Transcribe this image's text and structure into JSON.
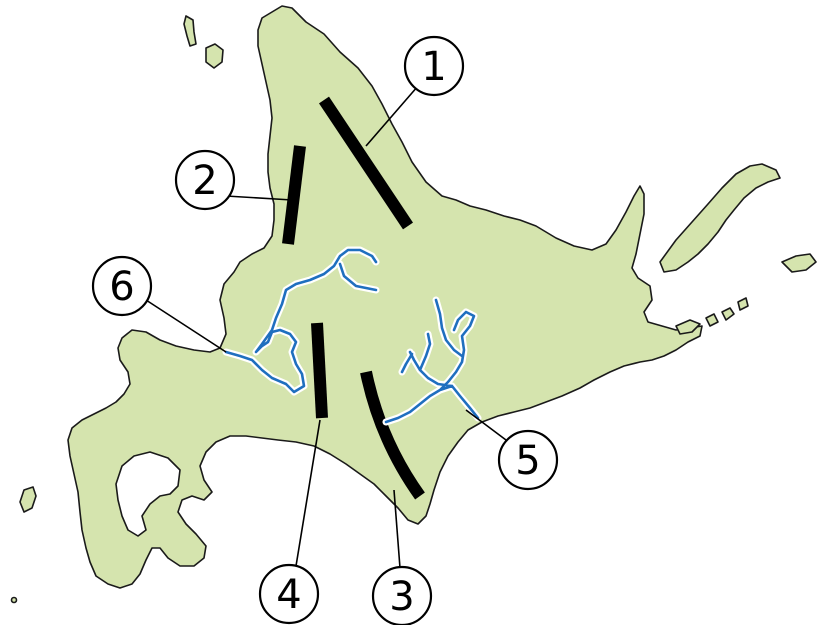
{
  "map": {
    "colors": {
      "land": "#d5e4ae",
      "coast": "#1a1a1a",
      "river": "#1f6fbf",
      "ridge": "#000000"
    },
    "labels": [
      {
        "id": "1",
        "text": "1"
      },
      {
        "id": "2",
        "text": "2"
      },
      {
        "id": "3",
        "text": "3"
      },
      {
        "id": "4",
        "text": "4"
      },
      {
        "id": "5",
        "text": "5"
      },
      {
        "id": "6",
        "text": "6"
      }
    ]
  }
}
